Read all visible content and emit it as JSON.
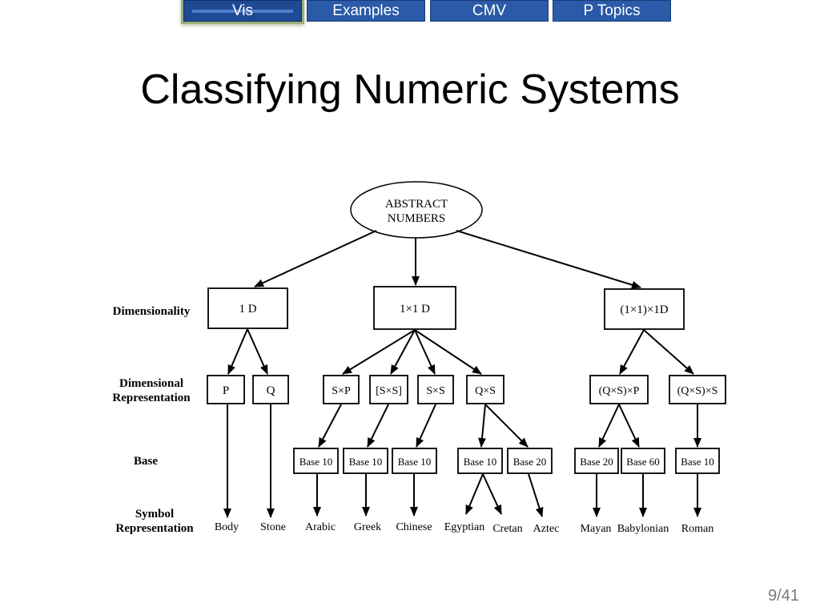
{
  "nav": {
    "tabs": [
      {
        "label": "Vis",
        "active": true
      },
      {
        "label": "Examples",
        "active": false
      },
      {
        "label": "CMV",
        "active": false
      },
      {
        "label": "P Topics",
        "active": false
      }
    ]
  },
  "slide": {
    "title": "Classifying Numeric Systems",
    "page": "9/41"
  },
  "diagram": {
    "root": [
      "ABSTRACT",
      "NUMBERS"
    ],
    "row_labels": {
      "dimensionality": "Dimensionality",
      "dimensional_representation": [
        "Dimensional",
        "Representation"
      ],
      "base": "Base",
      "symbol_representation": [
        "Symbol",
        "Representation"
      ]
    },
    "dimensionality": [
      "1 D",
      "1×1 D",
      "(1×1)×1D"
    ],
    "representations": [
      "P",
      "Q",
      "S×P",
      "[S×S]",
      "S×S",
      "Q×S",
      "(Q×S)×P",
      "(Q×S)×S"
    ],
    "bases": [
      "Base 10",
      "Base 10",
      "Base 10",
      "Base 10",
      "Base 20",
      "Base 20",
      "Base 60",
      "Base 10"
    ],
    "symbols": [
      "Body",
      "Stone",
      "Arabic",
      "Greek",
      "Chinese",
      "Egyptian",
      "Cretan",
      "Aztec",
      "Mayan",
      "Babylonian",
      "Roman"
    ]
  }
}
